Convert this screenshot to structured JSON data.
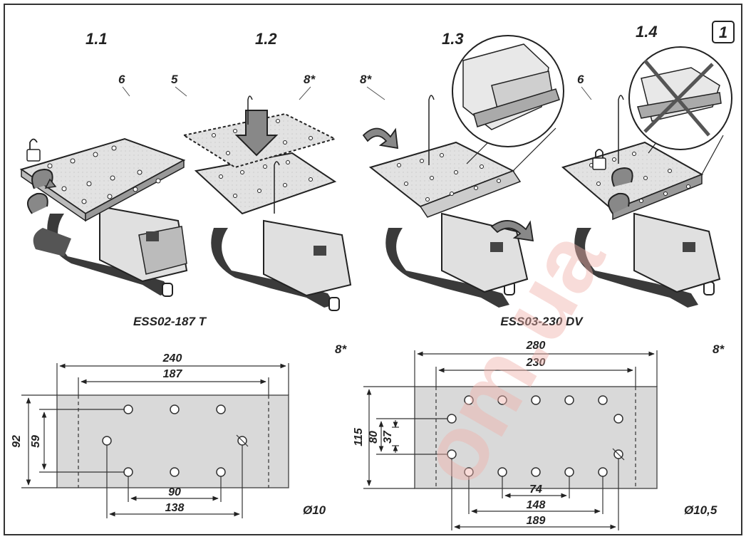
{
  "figure": {
    "badge": "1",
    "steps": [
      {
        "label": "1.1",
        "callouts": [
          "6",
          "5"
        ]
      },
      {
        "label": "1.2",
        "callouts": [
          "8*"
        ]
      },
      {
        "label": "1.3",
        "callouts": [
          "8*"
        ]
      },
      {
        "label": "1.4",
        "callouts": [
          "6"
        ]
      }
    ],
    "watermark": "om.ua"
  },
  "left_plate": {
    "model": "ESS02-187 T",
    "part_ref": "8*",
    "dim_total_width": "240",
    "dim_inner_width": "187",
    "dim_height": "92",
    "dim_inner_height": "59",
    "dim_spacing_1": "90",
    "dim_spacing_2": "138",
    "hole_diameter": "Ø10"
  },
  "right_plate": {
    "model": "ESS03-230 DV",
    "part_ref": "8*",
    "dim_total_width": "280",
    "dim_inner_width": "230",
    "dim_height": "115",
    "dim_inner_height": "80",
    "dim_offset": "37",
    "dim_spacing_1": "74",
    "dim_spacing_2": "148",
    "dim_spacing_3": "189",
    "hole_diameter": "Ø10,5"
  },
  "colors": {
    "plate_fill": "#d9d9d9",
    "line": "#222222",
    "frame": "#333333",
    "watermark": "#f0b2aa"
  }
}
